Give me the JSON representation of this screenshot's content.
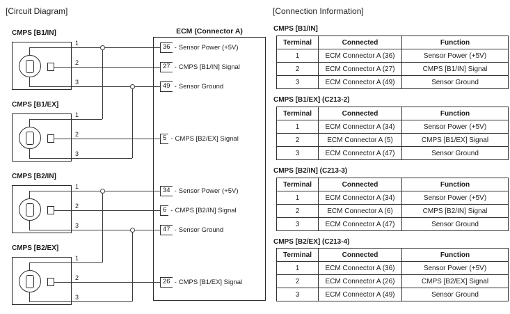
{
  "titles": {
    "circuit": "[Circuit Diagram]",
    "connection": "[Connection Information]"
  },
  "diagram": {
    "ecm_title": "ECM (Connector A)",
    "sep": "-",
    "connectors": [
      {
        "label": "CMPS [B1/IN]",
        "pins": [
          "1",
          "2",
          "3"
        ]
      },
      {
        "label": "CMPS [B1/EX]",
        "pins": [
          "1",
          "2",
          "3"
        ]
      },
      {
        "label": "CMPS [B2/IN]",
        "pins": [
          "1",
          "2",
          "3"
        ]
      },
      {
        "label": "CMPS [B2/EX]",
        "pins": [
          "1",
          "2",
          "3"
        ]
      }
    ],
    "terminals": [
      {
        "number": "36",
        "label": "Sensor Power (+5V)"
      },
      {
        "number": "27",
        "label": "CMPS [B1/IN] Signal"
      },
      {
        "number": "49",
        "label": "Sensor Ground"
      },
      {
        "number": "5",
        "label": "CMPS [B2/EX] Signal"
      },
      {
        "number": "34",
        "label": "Sensor Power (+5V)"
      },
      {
        "number": "6",
        "label": "CMPS [B2/IN] Signal"
      },
      {
        "number": "47",
        "label": "Sensor Ground"
      },
      {
        "number": "26",
        "label": "CMPS [B1/EX] Signal"
      }
    ]
  },
  "tables": [
    {
      "label": "CMPS [B1/IN]",
      "headers": [
        "Terminal",
        "Connected",
        "Function"
      ],
      "rows": [
        [
          "1",
          "ECM Connector A (36)",
          "Sensor Power (+5V)"
        ],
        [
          "2",
          "ECM Connector A (27)",
          "CMPS [B1/IN] Signal"
        ],
        [
          "3",
          "ECM Connector A (49)",
          "Sensor Ground"
        ]
      ]
    },
    {
      "label": "CMPS [B1/EX] (C213-2)",
      "headers": [
        "Terminal",
        "Connected",
        "Function"
      ],
      "rows": [
        [
          "1",
          "ECM Connector A (34)",
          "Sensor Power (+5V)"
        ],
        [
          "2",
          "ECM Connector A (5)",
          "CMPS [B1/EX] Signal"
        ],
        [
          "3",
          "ECM Connector A (47)",
          "Sensor Ground"
        ]
      ]
    },
    {
      "label": "CMPS [B2/IN] (C213-3)",
      "headers": [
        "Terminal",
        "Connected",
        "Function"
      ],
      "rows": [
        [
          "1",
          "ECM Connector A (34)",
          "Sensor Power (+5V)"
        ],
        [
          "2",
          "ECM Connector A (6)",
          "CMPS [B2/IN] Signal"
        ],
        [
          "3",
          "ECM Connector A (47)",
          "Sensor Ground"
        ]
      ]
    },
    {
      "label": "CMPS [B2/EX] (C213-4)",
      "headers": [
        "Terminal",
        "Connected",
        "Function"
      ],
      "rows": [
        [
          "1",
          "ECM Connector A (36)",
          "Sensor Power (+5V)"
        ],
        [
          "2",
          "ECM Connector A (26)",
          "CMPS [B2/EX] Signal"
        ],
        [
          "3",
          "ECM Connector A (49)",
          "Sensor Ground"
        ]
      ]
    }
  ]
}
